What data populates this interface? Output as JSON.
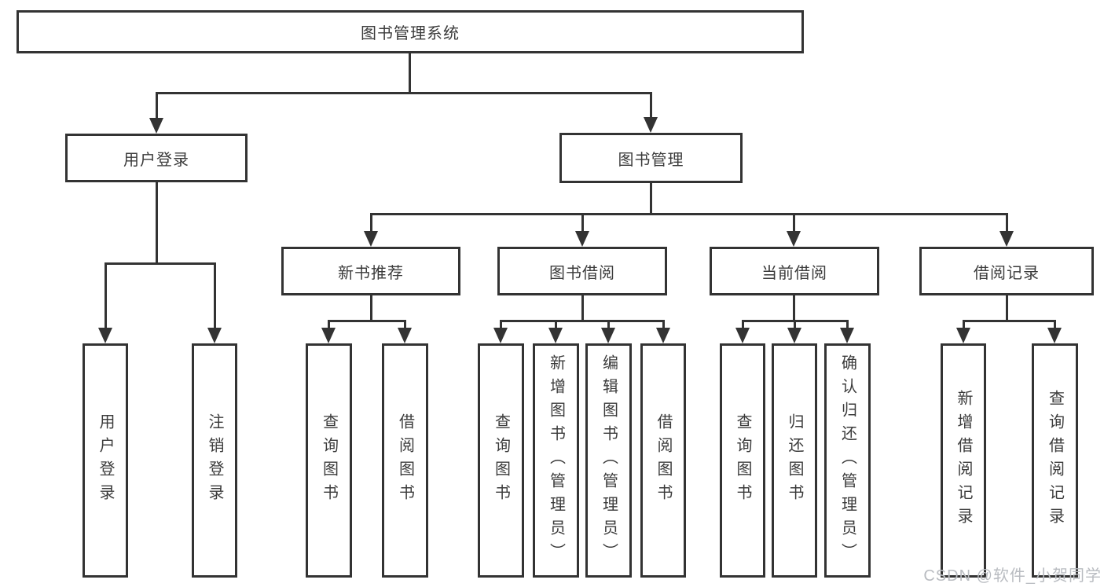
{
  "tree": {
    "label": "图书管理系统",
    "children": [
      {
        "label": "用户登录",
        "children": [
          {
            "label": "用户登录"
          },
          {
            "label": "注销登录"
          }
        ]
      },
      {
        "label": "图书管理",
        "children": [
          {
            "label": "新书推荐",
            "children": [
              {
                "label": "查询图书"
              },
              {
                "label": "借阅图书"
              }
            ]
          },
          {
            "label": "图书借阅",
            "children": [
              {
                "label": "查询图书"
              },
              {
                "label": "新增图书（管理员）"
              },
              {
                "label": "编辑图书（管理员）"
              },
              {
                "label": "借阅图书"
              }
            ]
          },
          {
            "label": "当前借阅",
            "children": [
              {
                "label": "查询图书"
              },
              {
                "label": "归还图书"
              },
              {
                "label": "确认归还（管理员）"
              }
            ]
          },
          {
            "label": "借阅记录",
            "children": [
              {
                "label": "新增借阅记录"
              },
              {
                "label": "查询借阅记录"
              }
            ]
          }
        ]
      }
    ]
  },
  "watermark": {
    "text": "CSDN @软件_小贺同学"
  },
  "colors": {
    "line": "#333333",
    "text": "#3b3b3b",
    "watermark": "#b9bcc1",
    "background": "#ffffff"
  }
}
